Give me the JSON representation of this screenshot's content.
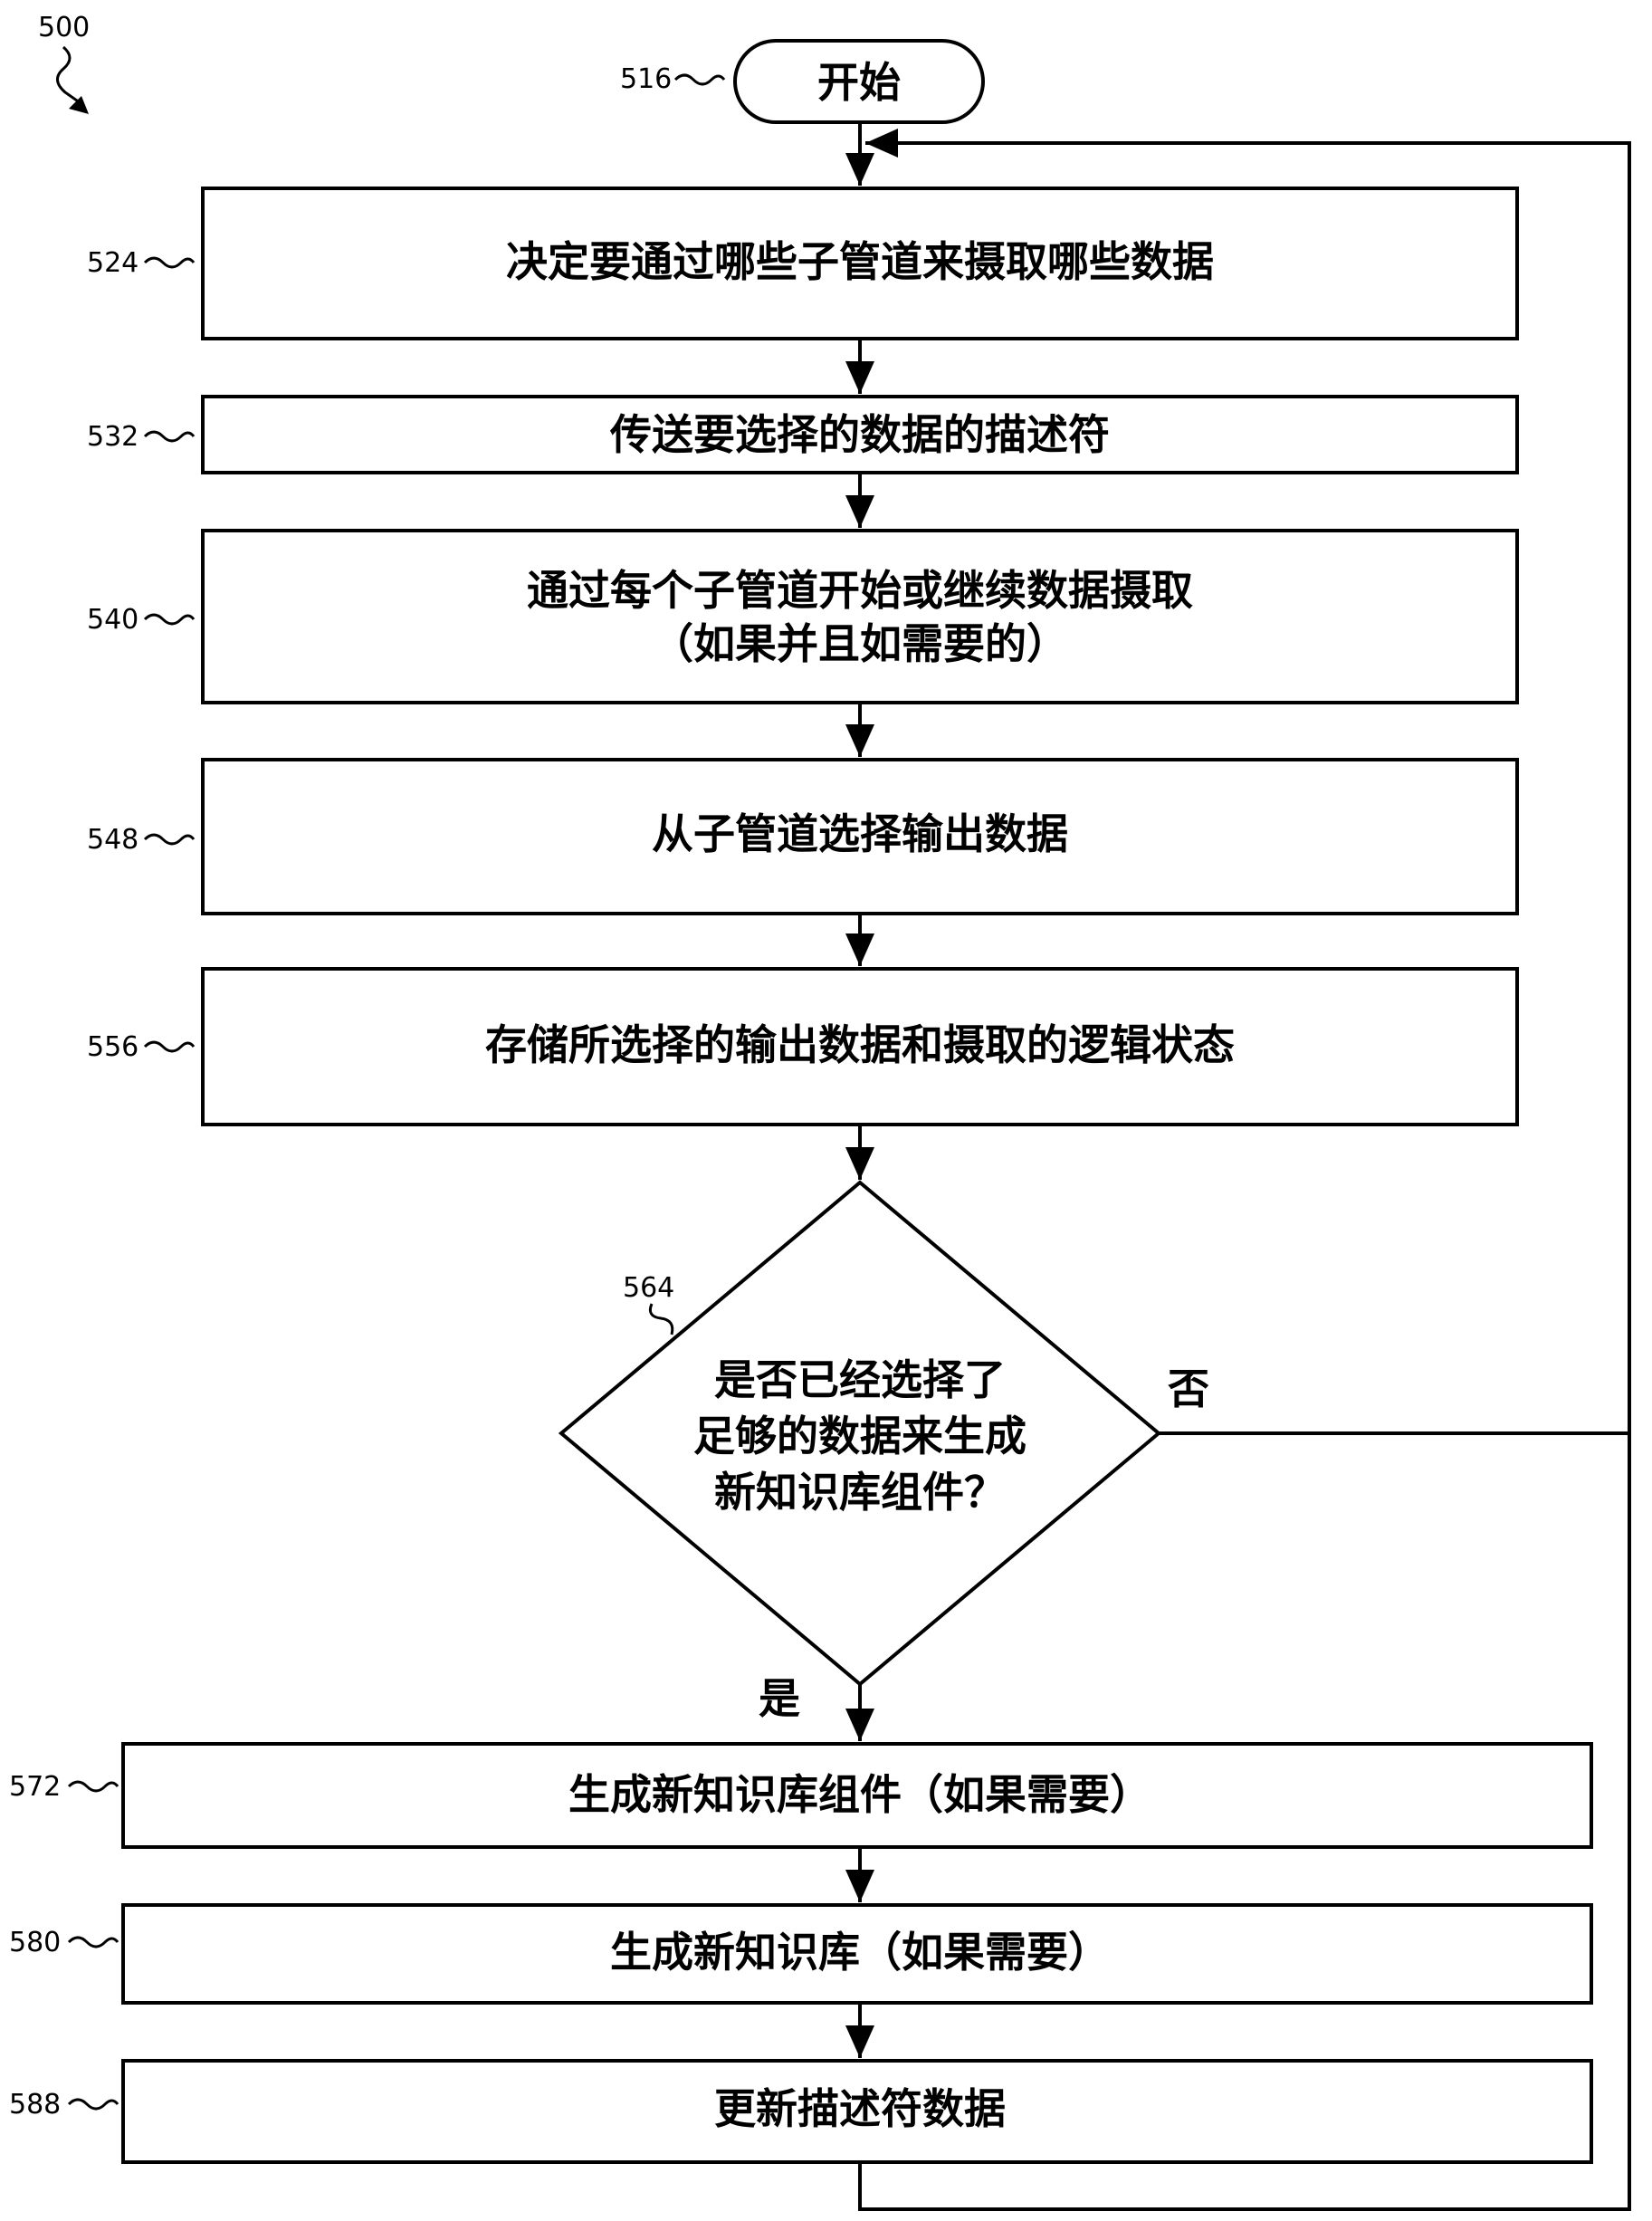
{
  "figure_label": "500",
  "start": {
    "ref": "516",
    "label": "开始"
  },
  "steps": [
    {
      "ref": "524",
      "lines": [
        "决定要通过哪些子管道来摄取哪些数据"
      ]
    },
    {
      "ref": "532",
      "lines": [
        "传送要选择的数据的描述符"
      ]
    },
    {
      "ref": "540",
      "lines": [
        "通过每个子管道开始或继续数据摄取",
        "（如果并且如需要的）"
      ]
    },
    {
      "ref": "548",
      "lines": [
        "从子管道选择输出数据"
      ]
    },
    {
      "ref": "556",
      "lines": [
        "存储所选择的输出数据和摄取的逻辑状态"
      ]
    }
  ],
  "decision": {
    "ref": "564",
    "lines": [
      "是否已经选择了",
      "足够的数据来生成",
      "新知识库组件？"
    ],
    "no_label": "否",
    "yes_label": "是"
  },
  "steps_after": [
    {
      "ref": "572",
      "lines": [
        "生成新知识库组件（如果需要）"
      ]
    },
    {
      "ref": "580",
      "lines": [
        "生成新知识库（如果需要）"
      ]
    },
    {
      "ref": "588",
      "lines": [
        "更新描述符数据"
      ]
    }
  ]
}
